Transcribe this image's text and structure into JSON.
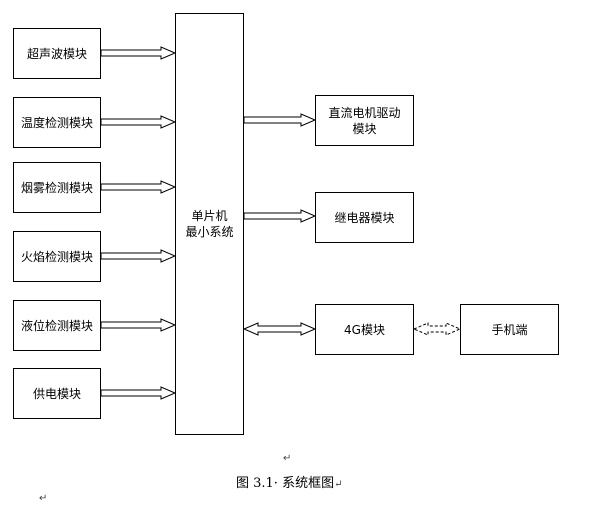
{
  "inputs": [
    "超声波模块",
    "温度检测模块",
    "烟雾检测模块",
    "火焰检测模块",
    "液位检测模块",
    "供电模块"
  ],
  "mcu": {
    "line1": "单片机",
    "line2": "最小系统"
  },
  "outputs": {
    "dc_motor_line1": "直流电机驱动",
    "dc_motor_line2": "模块",
    "relay": "继电器模块",
    "g4": "4G模块",
    "phone": "手机端"
  },
  "caption": "图 3.1· 系统框图",
  "marks": {
    "paragraph": "↵"
  }
}
